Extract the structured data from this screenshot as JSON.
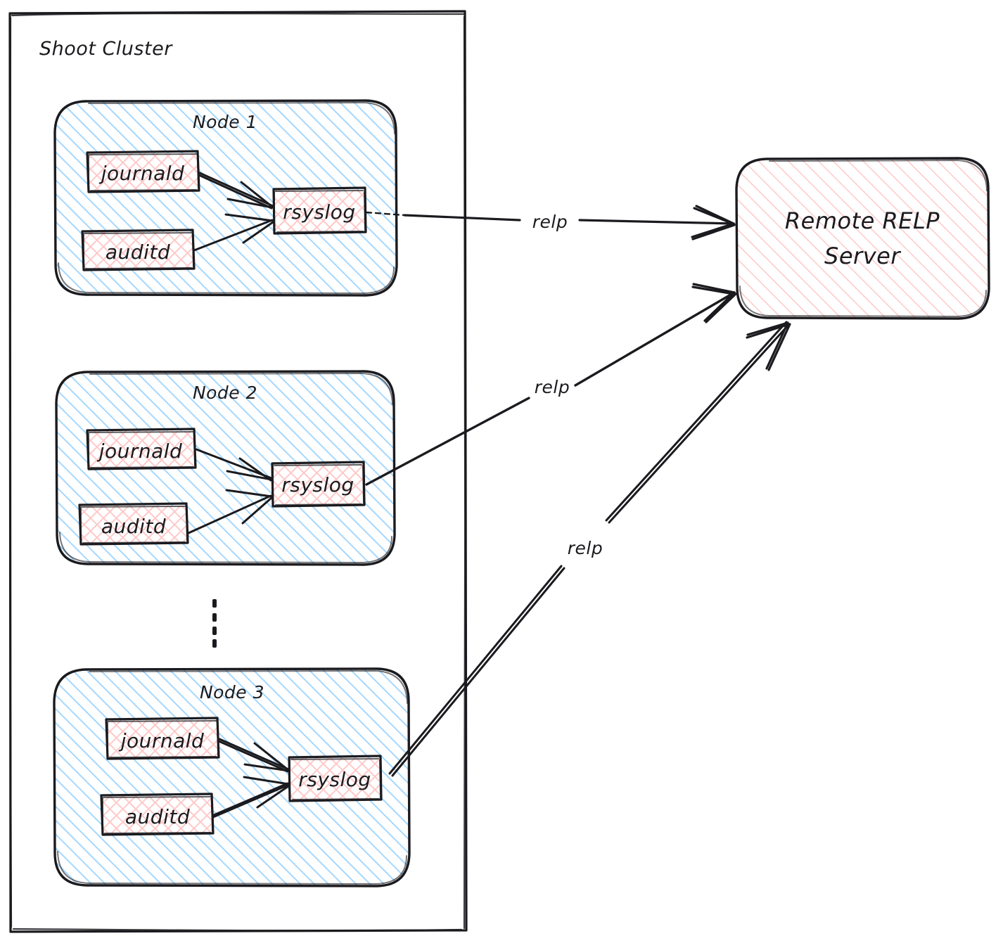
{
  "diagram": {
    "title_visible": false,
    "cluster": {
      "label": "Shoot Cluster",
      "border_color": "#1b1b1f",
      "fill": "transparent"
    },
    "nodes": [
      {
        "label": "Node 1",
        "fill_color": "#a5d8ff",
        "hatch": "diagonal",
        "processes": [
          {
            "label": "journald",
            "fill_color": "#ffc9c9",
            "hatch": "cross"
          },
          {
            "label": "auditd",
            "fill_color": "#ffc9c9",
            "hatch": "cross"
          },
          {
            "label": "rsyslog",
            "fill_color": "#ffc9c9",
            "hatch": "cross"
          }
        ]
      },
      {
        "label": "Node 2",
        "fill_color": "#a5d8ff",
        "hatch": "diagonal",
        "processes": [
          {
            "label": "journald",
            "fill_color": "#ffc9c9",
            "hatch": "cross"
          },
          {
            "label": "auditd",
            "fill_color": "#ffc9c9",
            "hatch": "cross"
          },
          {
            "label": "rsyslog",
            "fill_color": "#ffc9c9",
            "hatch": "cross"
          }
        ]
      },
      {
        "label": "Node 3",
        "fill_color": "#a5d8ff",
        "hatch": "diagonal",
        "processes": [
          {
            "label": "journald",
            "fill_color": "#ffc9c9",
            "hatch": "cross"
          },
          {
            "label": "auditd",
            "fill_color": "#ffc9c9",
            "hatch": "cross"
          },
          {
            "label": "rsyslog",
            "fill_color": "#ffc9c9",
            "hatch": "cross"
          }
        ]
      }
    ],
    "ellipsis": "⋮",
    "server": {
      "label_line1": "Remote RELP",
      "label_line2": "Server",
      "fill_color": "#ffc9c9",
      "hatch": "diagonal"
    },
    "edges": [
      {
        "label": "relp",
        "from": "node-1-rsyslog",
        "to": "remote-relp-server"
      },
      {
        "label": "relp",
        "from": "node-2-rsyslog",
        "to": "remote-relp-server"
      },
      {
        "label": "relp",
        "from": "node-3-rsyslog",
        "to": "remote-relp-server"
      }
    ],
    "internal_edges_per_node": [
      {
        "from": "journald",
        "to": "rsyslog"
      },
      {
        "from": "auditd",
        "to": "rsyslog"
      }
    ]
  }
}
